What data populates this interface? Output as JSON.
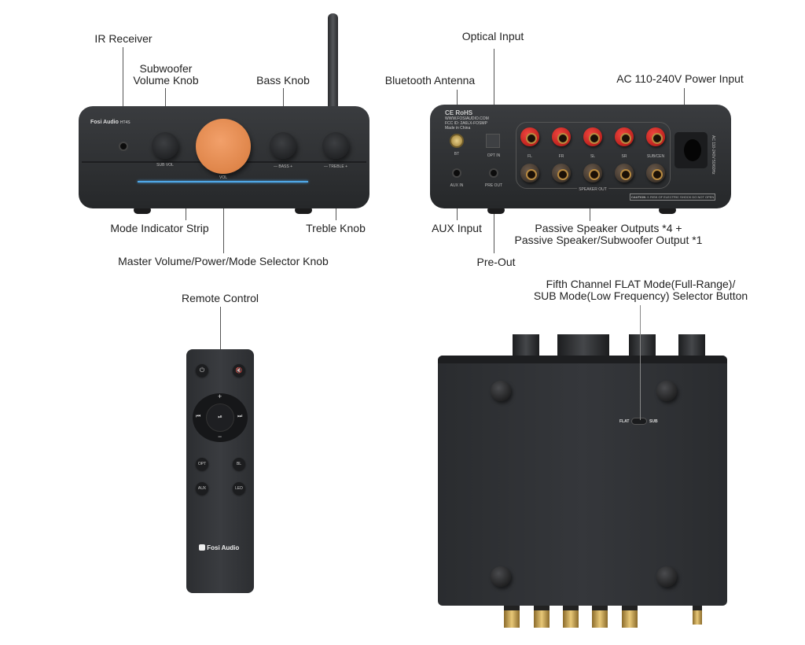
{
  "labels": {
    "ir_receiver": "IR Receiver",
    "sub_volume_1": "Subwoofer",
    "sub_volume_2": "Volume Knob",
    "bass_knob": "Bass Knob",
    "mode_strip": "Mode Indicator Strip",
    "treble_knob": "Treble Knob",
    "master_knob": "Master Volume/Power/Mode Selector Knob",
    "optical_input": "Optical Input",
    "bt_antenna": "Bluetooth Antenna",
    "ac_input": "AC 110-240V Power Input",
    "aux_input": "AUX Input",
    "pre_out": "Pre-Out",
    "speaker_out_1": "Passive Speaker Outputs *4 +",
    "speaker_out_2": "Passive Speaker/Subwoofer Output *1",
    "remote": "Remote Control",
    "fifth_ch_1": "Fifth Channel FLAT Mode(Full-Range)/",
    "fifth_ch_2": "SUB Mode(Low Frequency) Selector Button"
  },
  "front": {
    "brand": "Fosi Audio",
    "model": "HT4S",
    "sub_vol": "SUB VOL",
    "vol": "VOL",
    "bass": "— BASS +",
    "treble": "— TREBLE +"
  },
  "back": {
    "cert": "CE RoHS",
    "url": "WWW.FOSIAUDIO.COM",
    "fcc": "FCC ID: 2A6LX-FOSMP",
    "made": "Made in China",
    "bt": "BT",
    "opt": "OPT IN",
    "aux": "AUX IN",
    "pre": "PRE OUT",
    "ch": [
      "FL",
      "FR",
      "SL",
      "SR",
      "SUB/CEN"
    ],
    "speaker_out": "SPEAKER OUT",
    "caution": "CAUTION",
    "warning": "RISK OF ELECTRIC SHOCK DO NOT OPEN",
    "ac": "AC 110-240V 50/60Hz"
  },
  "remote": {
    "plus": "+",
    "minus": "−",
    "prev": "⏮",
    "play": "⏯",
    "next": "⏭",
    "power": "⏻",
    "mute": "🔇",
    "opt": "OPT",
    "bl": "BL",
    "aux": "AUX",
    "led": "LED",
    "brand": "Fosi Audio"
  },
  "bottom": {
    "flat": "FLAT",
    "sub": "SUB"
  }
}
